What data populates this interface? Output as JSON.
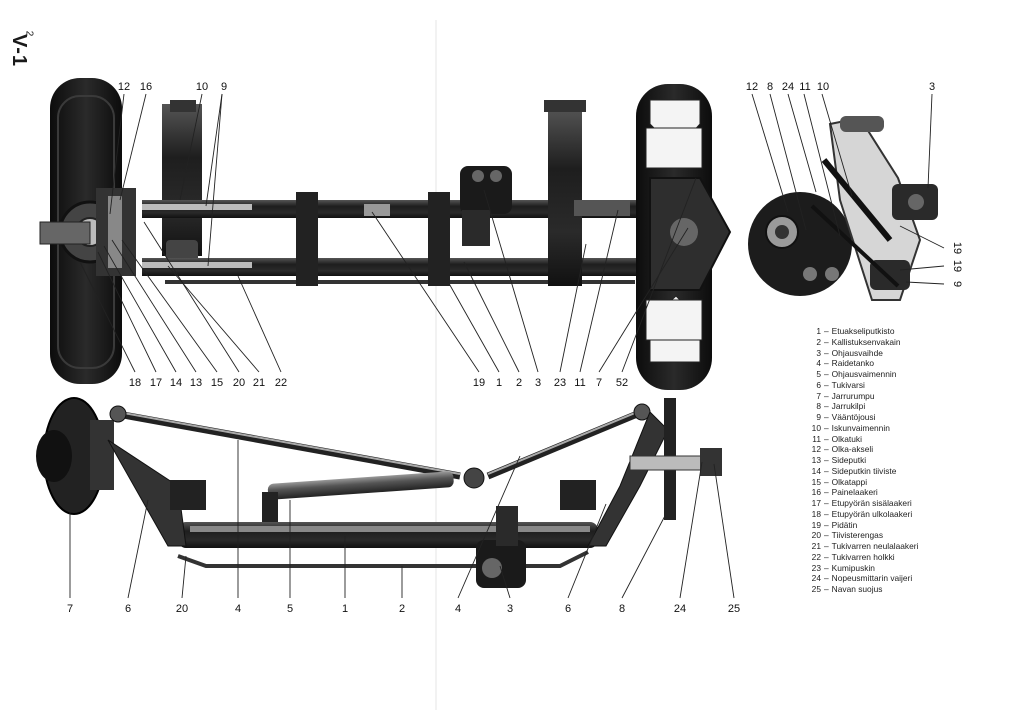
{
  "page": {
    "section_id": "V-1",
    "page_number": "2"
  },
  "figures": {
    "front_axle_callouts_left": [
      "12",
      "16",
      "10",
      "9"
    ],
    "front_axle_callouts_bottom": [
      "18",
      "17",
      "14",
      "13",
      "15",
      "20",
      "21",
      "22",
      "19",
      "1",
      "2",
      "3",
      "23",
      "11",
      "7",
      "52"
    ],
    "detail_callouts_top": [
      "12",
      "8",
      "24",
      "11",
      "10",
      "3"
    ],
    "detail_callouts_side": [
      "19",
      "19",
      "9"
    ],
    "side_view_callouts": [
      "7",
      "6",
      "20",
      "4",
      "5",
      "1",
      "2",
      "4",
      "3",
      "6",
      "8",
      "24",
      "25"
    ]
  },
  "legend": [
    {
      "num": "1",
      "label": "Etuakseliputkisto"
    },
    {
      "num": "2",
      "label": "Kallistuksenvakain"
    },
    {
      "num": "3",
      "label": "Ohjausvaihde"
    },
    {
      "num": "4",
      "label": "Raidetanko"
    },
    {
      "num": "5",
      "label": "Ohjausvaimennin"
    },
    {
      "num": "6",
      "label": "Tukivarsi"
    },
    {
      "num": "7",
      "label": "Jarrurumpu"
    },
    {
      "num": "8",
      "label": "Jarrukilpi"
    },
    {
      "num": "9",
      "label": "Vääntöjousi"
    },
    {
      "num": "10",
      "label": "Iskunvaimennin"
    },
    {
      "num": "11",
      "label": "Olkatuki"
    },
    {
      "num": "12",
      "label": "Olka-akseli"
    },
    {
      "num": "13",
      "label": "Sideputki"
    },
    {
      "num": "14",
      "label": "Sideputkin tiiviste"
    },
    {
      "num": "15",
      "label": "Olkatappi"
    },
    {
      "num": "16",
      "label": "Painelaakeri"
    },
    {
      "num": "17",
      "label": "Etupyörän sisälaakeri"
    },
    {
      "num": "18",
      "label": "Etupyörän ulkolaakeri"
    },
    {
      "num": "19",
      "label": "Pidätin"
    },
    {
      "num": "20",
      "label": "Tiivisterengas"
    },
    {
      "num": "21",
      "label": "Tukivarren neulalaakeri"
    },
    {
      "num": "22",
      "label": "Tukivarren holkki"
    },
    {
      "num": "23",
      "label": "Kumipuskin"
    },
    {
      "num": "24",
      "label": "Nopeusmittarin vaijeri"
    },
    {
      "num": "25",
      "label": "Navan suojus"
    }
  ]
}
